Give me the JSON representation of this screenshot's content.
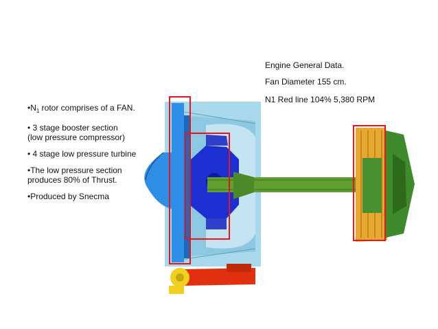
{
  "engine_data": {
    "heading": "Engine General Data.",
    "fan_diameter": "Fan Diameter 155 cm.",
    "n1_redline": "N1 Red line 104% 5,380 RPM"
  },
  "bullets": {
    "n1_prefix": "•N",
    "n1_subscript": "1",
    "n1_rest": " rotor comprises of a FAN.",
    "booster_line1": "• 3 stage booster section",
    "booster_line2": "(low pressure compressor)",
    "lpt": "• 4 stage low pressure turbine",
    "lp_line1": "•The low pressure section",
    "lp_line2": "produces 80% of Thrust.",
    "produced_by": "•Produced by Snecma"
  },
  "colors": {
    "highlight": "#e8141c",
    "fan": "#2f8fe6",
    "lp_rotor": "#1c2fd0",
    "casing": "#a8d8ec",
    "shaft": "#5fa030",
    "turbine": "#e8a830",
    "exhaust": "#3f8a2a",
    "gearbox_red": "#e03010",
    "gearbox_yellow": "#f0d020"
  }
}
